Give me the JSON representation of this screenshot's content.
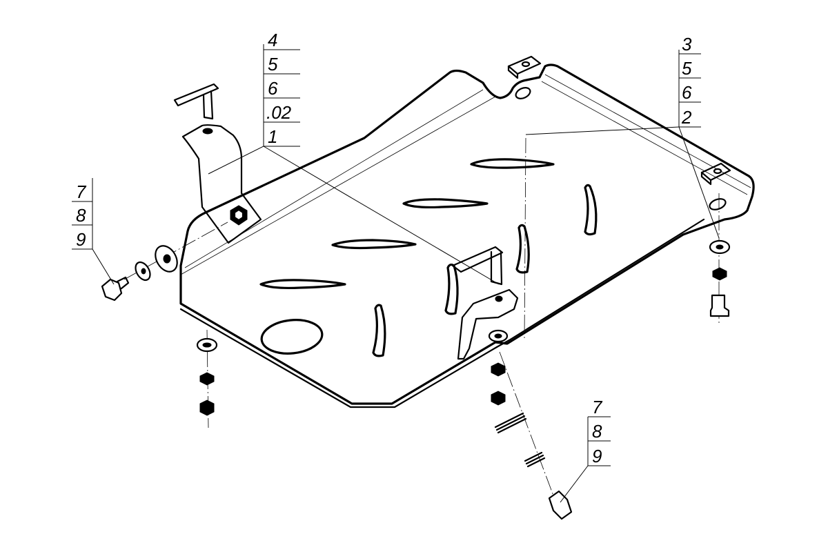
{
  "callouts": {
    "left_bracket": [
      "4",
      "5",
      "6",
      ".02",
      "1"
    ],
    "right_corner": [
      "3",
      "5",
      "6",
      "2"
    ],
    "left_bolt": [
      "7",
      "8",
      "9"
    ],
    "bottom_bolt": [
      "7",
      "8",
      "9"
    ]
  },
  "colors": {
    "line": "#000000",
    "background": "#ffffff"
  }
}
